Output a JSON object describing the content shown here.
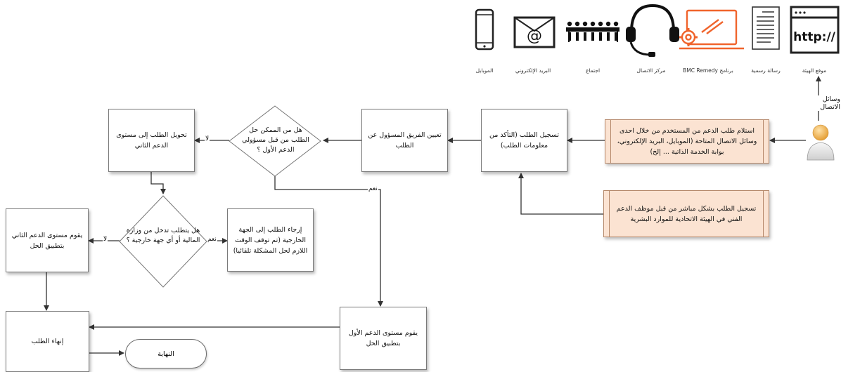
{
  "channels": [
    {
      "icon": "website-browser-icon",
      "label": "موقع الهيئة"
    },
    {
      "icon": "official-letter-icon",
      "label": "رسالة رسمية"
    },
    {
      "icon": "bmc-remedy-laptop-icon",
      "label": "برنامج BMC Remedy",
      "accent": "#f0642c"
    },
    {
      "icon": "call-center-headset-icon",
      "label": "مركز الاتصال"
    },
    {
      "icon": "meeting-people-icon",
      "label": "اجتماع"
    },
    {
      "icon": "email-envelope-icon",
      "label": "البريد الإلكتروني"
    },
    {
      "icon": "mobile-phone-icon",
      "label": "الموبايل"
    }
  ],
  "website_icon_text": "http://",
  "email_icon_text": "@",
  "contact_means_label": "وسائل الاتصال",
  "nodes": {
    "receive": "استلام طلب الدعم من المستخدم من خلال احدى وسائل الاتصال المتاحة (الموبايل، البريد الإلكتروني، بوابة الخدمة الذاتية ... إلخ)",
    "direct": "تسجيل الطلب بشكل مباشر من قبل موظف الدعم الفني في الهيئة الاتحادية للموارد البشرية",
    "register": "تسجيل الطلب (التأكد من معلومات الطلب)",
    "assign": "تعيين الفريق المسؤول عن الطلب",
    "decision1": "هل من الممكن حل الطلب من قبل مسؤولي الدعم الأول ؟",
    "escalate": "تحويل الطلب إلى مستوى الدعم الثاني",
    "decision2": "هل يتطلب تدخل من وزارة المالية أو أي جهة خارجية ؟",
    "external": "إرجاء الطلب إلى الجهة الخارجية (تم توقف الوقت اللازم لحل المشكلة تلقائيا)",
    "level2": "يقوم مستوى الدعم الثاني بتطبيق الحل",
    "level1": "يقوم مستوى الدعم الأول بتطبيق الحل",
    "close": "إنهاء الطلب",
    "end": "النهاية"
  },
  "edge_labels": {
    "no1": "لا",
    "yes1": "نعم",
    "yes2": "نعم",
    "no2": "لا"
  },
  "colors": {
    "peach_fill": "#fbe3d2",
    "accent_orange": "#f0642c",
    "user_head": "#f2b04a"
  }
}
